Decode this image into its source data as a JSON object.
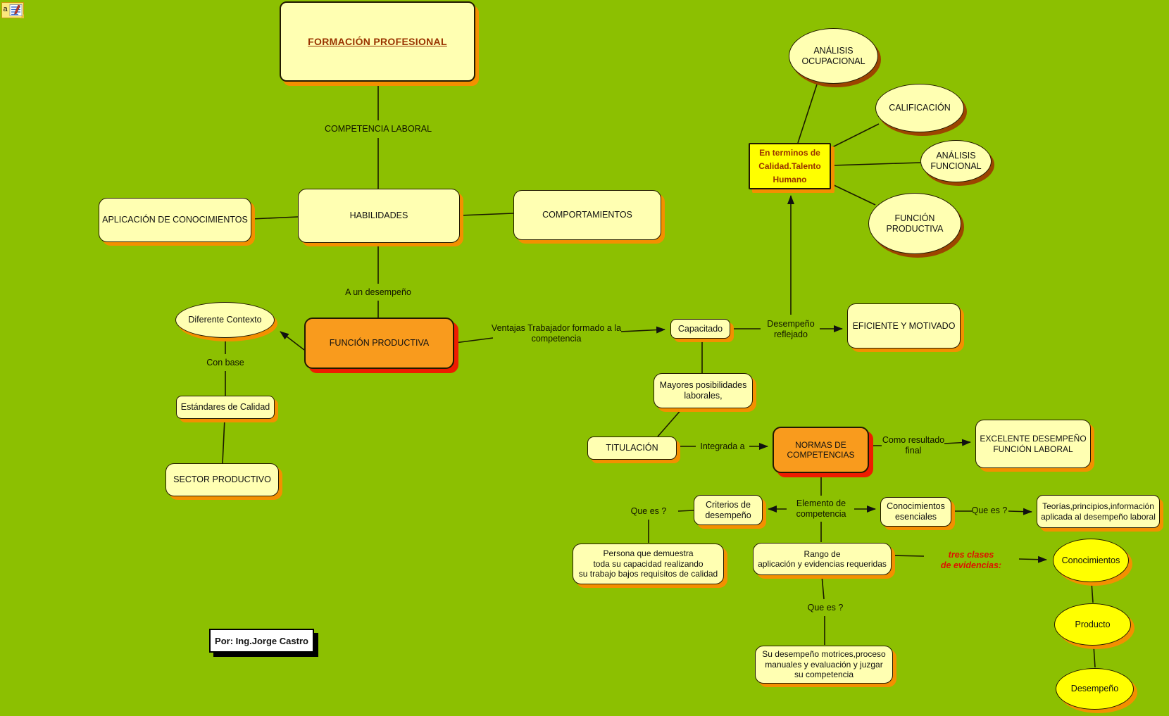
{
  "palette": {
    "bg": "#8CC001",
    "node_fill": "#FFFFB2",
    "node_border": "#221A00",
    "orange": "#F99B1D",
    "orange_shadow": "#EE1C00",
    "yellow": "#FFFF00",
    "shadow_orange": "#F39000",
    "shadow_brown": "#9C4500",
    "dark_red": "#993300",
    "red": "#DD1100",
    "line": "#1A1A00"
  },
  "icon": {
    "name": "annotation-note",
    "letter": "a"
  },
  "nodes": {
    "formacion": "FORMACIÓN PROFESIONAL",
    "aplicacion": "APLICACIÓN DE CONOCIMIENTOS",
    "habilidades": "HABILIDADES",
    "comportamientos": "COMPORTAMIENTOS",
    "diferente_contexto": "Diferente Contexto",
    "funcion_productiva": "FUNCIÓN PRODUCTIVA",
    "estandares": "Estándares de Calidad",
    "sector": "SECTOR PRODUCTIVO",
    "capacitado": "Capacitado",
    "eficiente": "EFICIENTE Y MOTIVADO",
    "en_terminos": "En terminos de\nCalidad.Talento\nHumano",
    "analisis_ocupacional": "ANÁLISIS\nOCUPACIONAL",
    "calificacion": "CALIFICACIÓN",
    "analisis_funcional": "ANÁLISIS\nFUNCIONAL",
    "funcion_productiva_ellipse": "FUNCIÓN\nPRODUCTIVA",
    "mayores": "Mayores posibilidades\nlaborales,",
    "titulacion": "TITULACIÓN",
    "normas": "NORMAS DE\nCOMPETENCIAS",
    "excelente": "EXCELENTE DESEMPEÑO\nFUNCIÓN LABORAL",
    "criterios": "Criterios de\ndesempeño",
    "conocimientos_esenciales": "Conocimientos\nesenciales",
    "teorias": "Teorías,principios,información\naplicada al desempeño laboral",
    "persona": "Persona que demuestra\ntoda su capacidad realizando\nsu trabajo bajos requisitos de calidad",
    "rango": "Rango de\naplicación y evidencias requeridas",
    "su_desempeno": "Su desempeño motrices,proceso\nmanuales y evaluación y juzgar\nsu competencia",
    "conocimientos": "Conocimientos",
    "producto": "Producto",
    "desempeno": "Desempeño"
  },
  "labels": {
    "competencia_laboral": "COMPETENCIA LABORAL",
    "a_un_desempeno": "A un desempeño",
    "con_base": "Con base",
    "ventajas": "Ventajas Trabajador formado a la\ncompetencia",
    "desempeno_reflejado": "Desempeño\nreflejado",
    "integrada_a": "Integrada a",
    "como_resultado": "Como resultado\nfinal",
    "que_es_1": "Que es ?",
    "elemento": "Elemento de\ncompetencia",
    "que_es_2": "Que es ?",
    "tres_clases": "tres clases\nde evidencias:",
    "que_es_3": "Que es ?"
  },
  "credit": "Por:  Ing.Jorge Castro"
}
